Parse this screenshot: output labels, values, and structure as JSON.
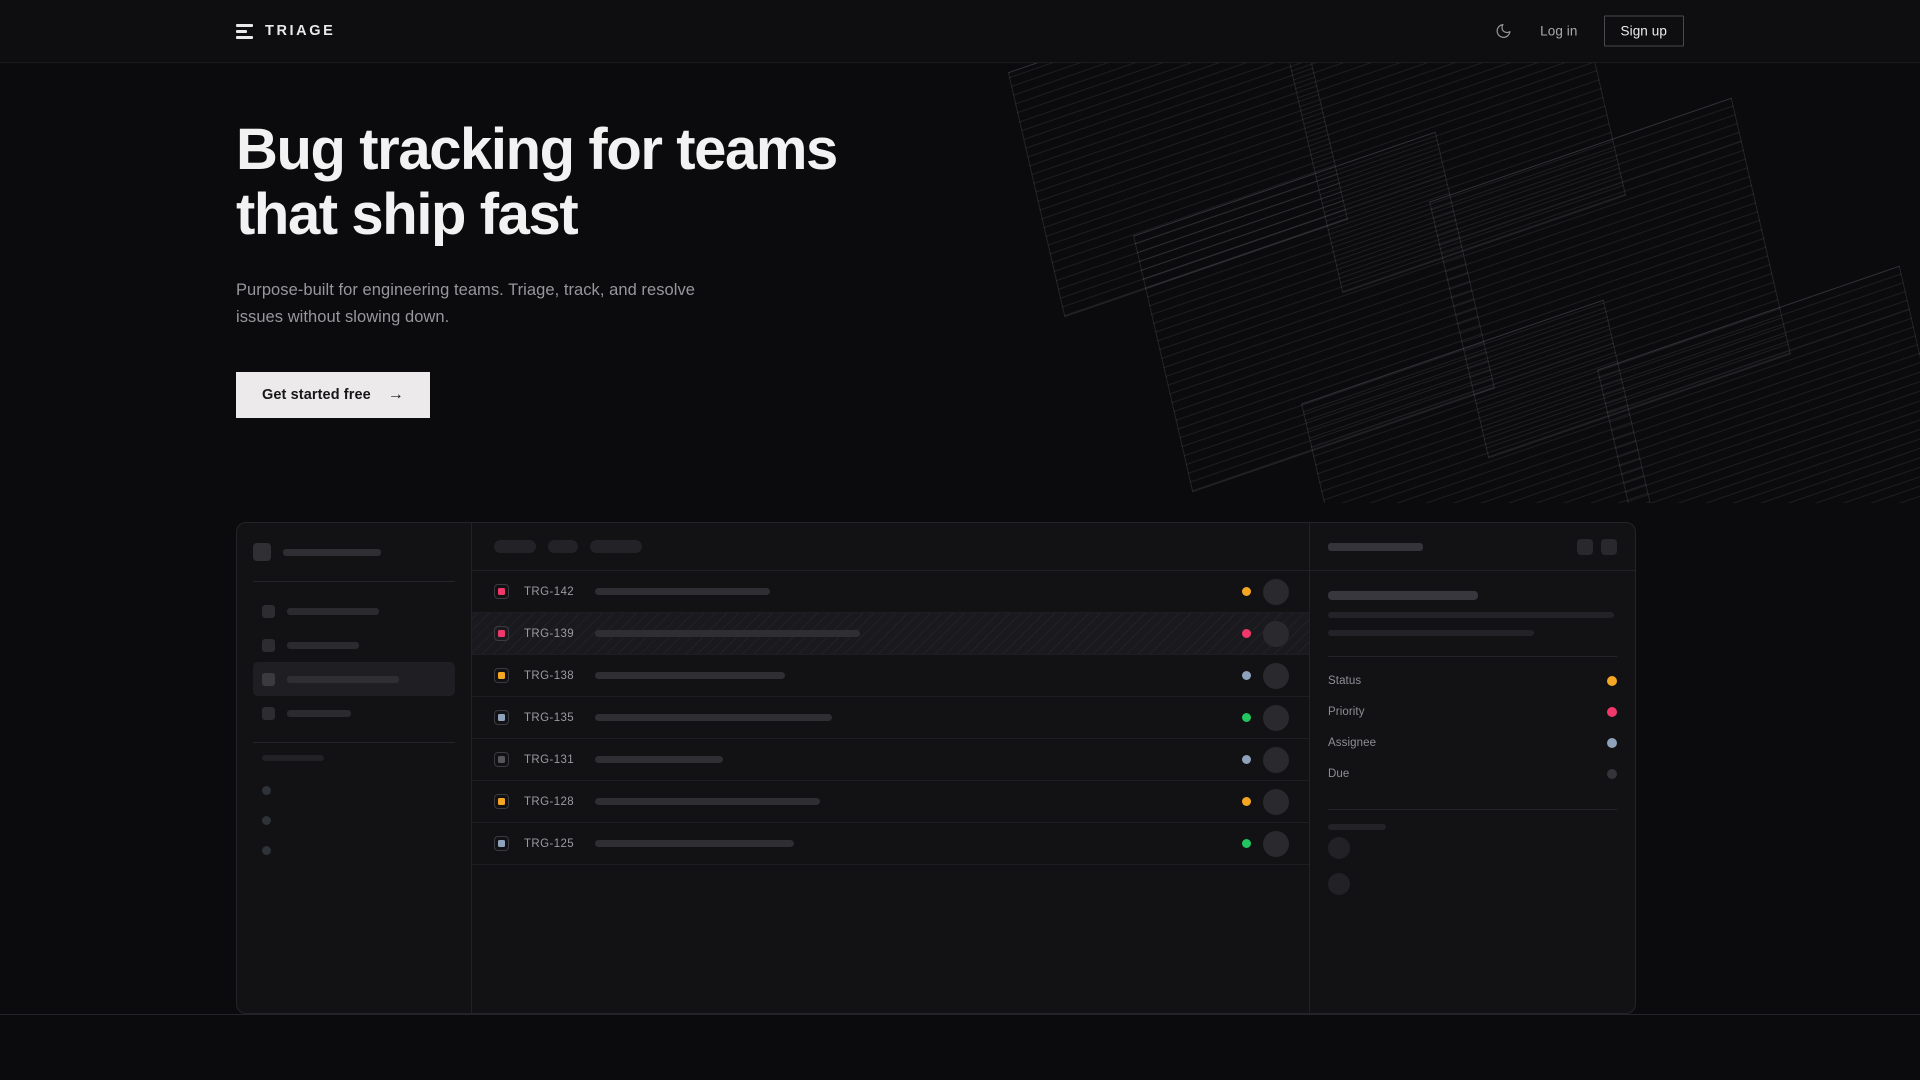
{
  "header": {
    "brand": {
      "name": "TRIAGE",
      "icon": "stacked-bars-logo-icon"
    },
    "theme_toggle": {
      "icon": "moon-icon",
      "label": ""
    },
    "login_label": "Log in",
    "signup_label": "Sign up"
  },
  "hero": {
    "headline_line1": "Bug tracking for teams",
    "headline_line2": "that ship fast",
    "subtext": "Purpose-built for engineering teams. Triage, track, and resolve issues without slowing down.",
    "cta_label": "Get started free",
    "cta_arrow": "→"
  },
  "colors": {
    "page_bg": "#0b0b0d",
    "header_bg": "#0e0e10",
    "panel_bg": "#121214",
    "border": "#242428",
    "text_primary": "#f2f2f3",
    "text_muted": "#97979c",
    "cta_bg": "#eceaea",
    "status_orange": "#f5a623",
    "status_pink": "#f0386b",
    "status_green": "#22c55e",
    "status_blue": "#8ea2bb",
    "status_idle": "#34343a"
  },
  "mockup": {
    "sidebar": {
      "workspace": {
        "badge": "workspace-square",
        "name_skeleton_width": 98
      },
      "nav_items": [
        {
          "id": "nav-1",
          "active": false,
          "label_width": 92
        },
        {
          "id": "nav-2",
          "active": false,
          "label_width": 72
        },
        {
          "id": "nav-3",
          "active": true,
          "label_width": 112
        },
        {
          "id": "nav-4",
          "active": false,
          "label_width": 64
        }
      ],
      "section_label_width": 62,
      "mini_items": [
        {
          "id": "mini-1"
        },
        {
          "id": "mini-2"
        },
        {
          "id": "mini-3"
        }
      ]
    },
    "list": {
      "toolbar_chips": [
        {
          "width": 42
        },
        {
          "width": 30
        },
        {
          "width": 52
        }
      ],
      "columns": [
        "priority",
        "id",
        "title",
        "status",
        "assignee"
      ],
      "rows": [
        {
          "id": "TRG-142",
          "priority_color": "#f0386b",
          "title_width": 175,
          "status_color": "#f5a623",
          "selected": false
        },
        {
          "id": "TRG-139",
          "priority_color": "#f0386b",
          "title_width": 265,
          "status_color": "#f0386b",
          "selected": true
        },
        {
          "id": "TRG-138",
          "priority_color": "#f5a623",
          "title_width": 190,
          "status_color": "#8ea2bb",
          "selected": false
        },
        {
          "id": "TRG-135",
          "priority_color": "#8ea2bb",
          "title_width": 237,
          "status_color": "#22c55e",
          "selected": false
        },
        {
          "id": "TRG-131",
          "priority_color": "#55555c",
          "title_width": 128,
          "status_color": "#8ea2bb",
          "selected": false
        },
        {
          "id": "TRG-128",
          "priority_color": "#f5a623",
          "title_width": 225,
          "status_color": "#f5a623",
          "selected": false
        },
        {
          "id": "TRG-125",
          "priority_color": "#8ea2bb",
          "title_width": 199,
          "status_color": "#22c55e",
          "selected": false
        }
      ]
    },
    "detail": {
      "header_skeleton_width": 95,
      "action_buttons": [
        {
          "id": "detail-action-1"
        },
        {
          "id": "detail-action-2"
        }
      ],
      "title_skeleton_width": 150,
      "description_line_widths": [
        286,
        206
      ],
      "meta": [
        {
          "label": "Status",
          "value_color": "#f5a623"
        },
        {
          "label": "Priority",
          "value_color": "#f0386b"
        },
        {
          "label": "Assignee",
          "value_color": "#8ea2bb"
        },
        {
          "label": "Due",
          "value_color": "#34343a"
        }
      ],
      "activity_label_width": 58,
      "activity_items": [
        {
          "id": "activity-1"
        },
        {
          "id": "activity-2"
        }
      ]
    }
  }
}
